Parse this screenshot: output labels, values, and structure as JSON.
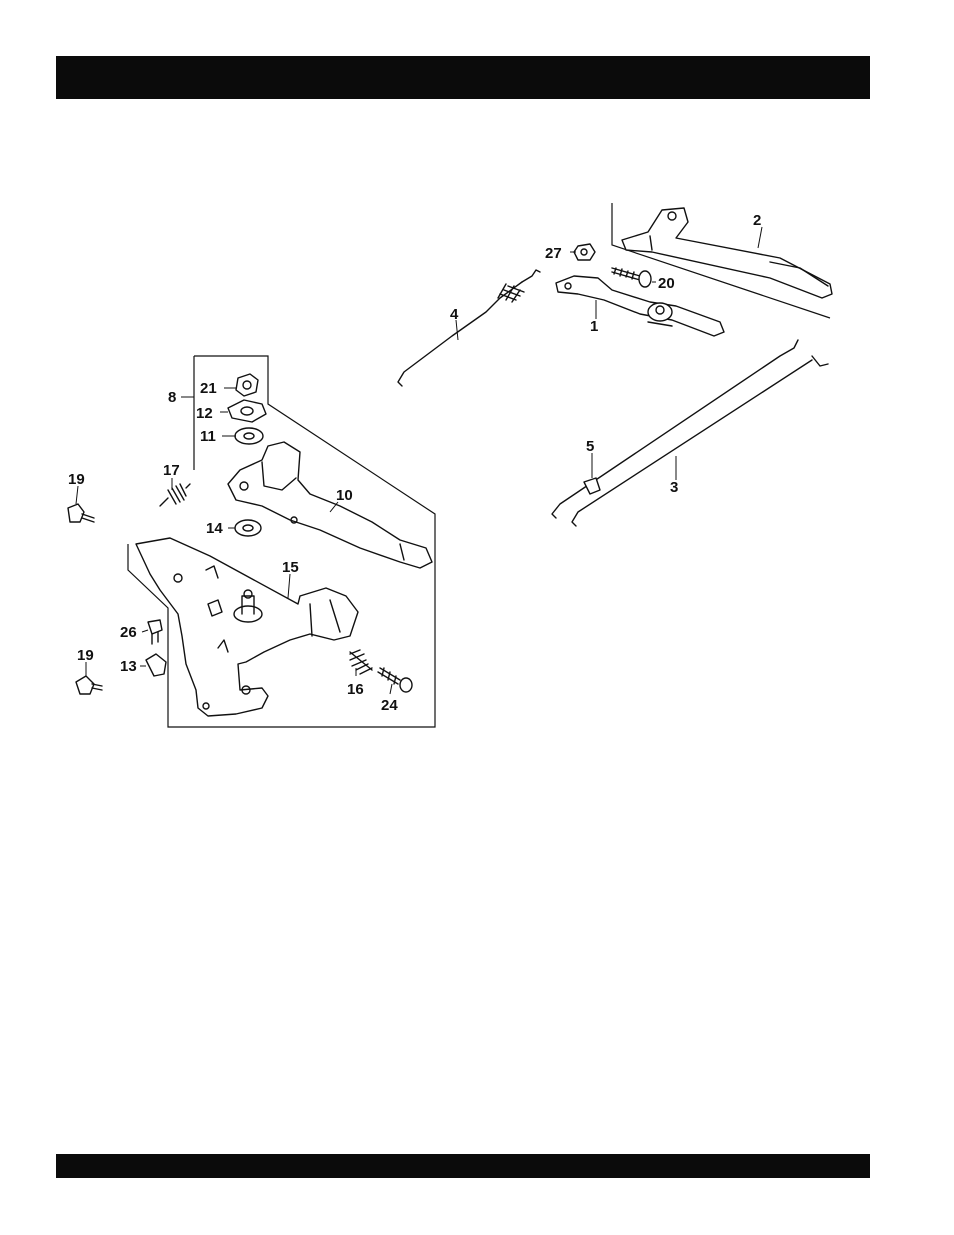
{
  "header": {
    "title": ""
  },
  "footer": {
    "text": ""
  },
  "callouts": {
    "c1": "1",
    "c2": "2",
    "c3": "3",
    "c4": "4",
    "c5": "5",
    "c8": "8",
    "c10": "10",
    "c11": "11",
    "c12": "12",
    "c13": "13",
    "c14": "14",
    "c15": "15",
    "c16": "16",
    "c17": "17",
    "c19a": "19",
    "c19b": "19",
    "c20": "20",
    "c21": "21",
    "c24": "24",
    "c26": "26",
    "c27": "27"
  }
}
